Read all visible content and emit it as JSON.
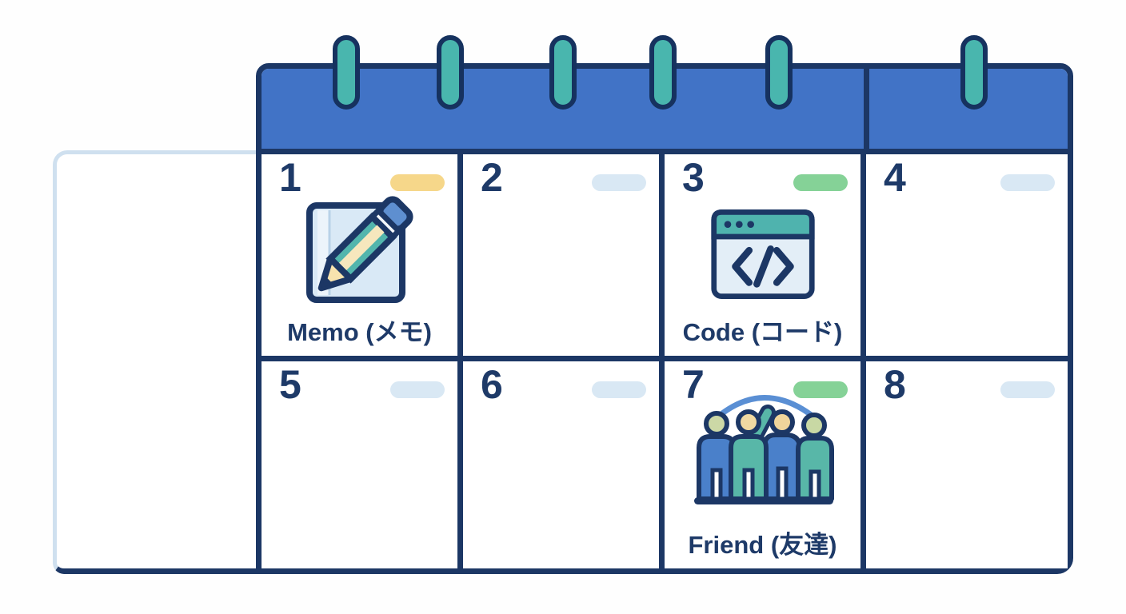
{
  "calendar": {
    "rings_count": 6,
    "cells": [
      {
        "number": "1",
        "label": "Memo (メモ)",
        "badge_color": "#f6d78a",
        "icon": "memo-pencil-icon"
      },
      {
        "number": "2",
        "badge_color": "#d9e8f4"
      },
      {
        "number": "3",
        "label": "Code (コード)",
        "badge_color": "#85d297",
        "icon": "code-window-icon"
      },
      {
        "number": "4",
        "badge_color": "#d9e8f4"
      },
      {
        "number": "5",
        "badge_color": "#d9e8f4"
      },
      {
        "number": "6",
        "badge_color": "#d9e8f4"
      },
      {
        "number": "7",
        "label": "Friend (友達)",
        "badge_color": "#85d297",
        "icon": "friends-icon"
      },
      {
        "number": "8",
        "badge_color": "#d9e8f4"
      }
    ],
    "colors": {
      "header_blue": "#4173c6",
      "outline_navy": "#1c3765",
      "ring_teal": "#49b6ae",
      "badge_yellow": "#f6d78a",
      "badge_green": "#85d297",
      "badge_light_blue": "#d9e8f4",
      "panel_border_light": "#cfe0ef",
      "text_navy": "#1e3a68",
      "arc_blue": "#5a8fd4"
    }
  }
}
